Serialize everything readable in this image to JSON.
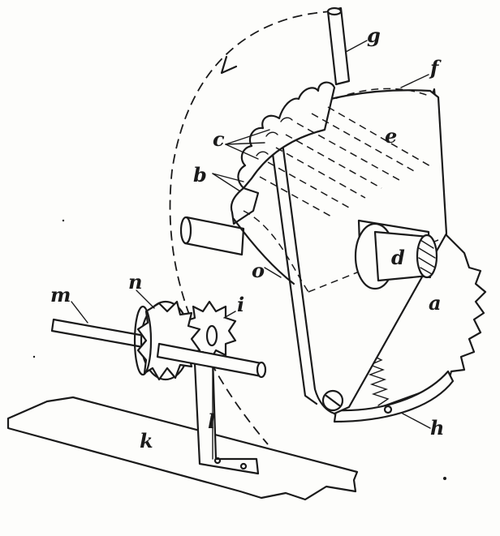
{
  "labels": {
    "g": "g",
    "f": "f",
    "e": "e",
    "c": "c",
    "b": "b",
    "d": "d",
    "o": "o",
    "a": "a",
    "m": "m",
    "n": "n",
    "i": "i",
    "h": "h",
    "l": "l",
    "k": "k"
  },
  "colors": {
    "ink": "#1a1a1a",
    "paper": "#fdfdfb"
  }
}
